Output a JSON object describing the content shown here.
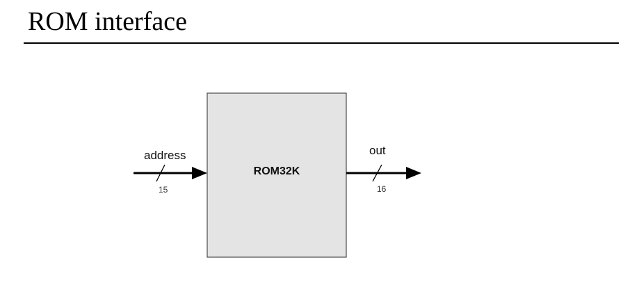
{
  "slide": {
    "title": "ROM interface"
  },
  "diagram": {
    "chip": {
      "name": "ROM32K"
    },
    "input": {
      "name": "address",
      "width": "15"
    },
    "output": {
      "name": "out",
      "width": "16"
    }
  },
  "colors": {
    "chip_fill": "#e4e4e4",
    "chip_border": "#4a4a4a",
    "wire": "#000000",
    "text": "#111111"
  }
}
